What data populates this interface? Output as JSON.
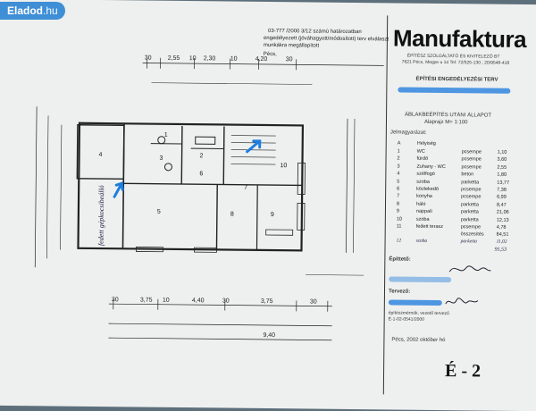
{
  "badge": {
    "brand": "Eladod",
    "tld": ".hu"
  },
  "stamp": {
    "line1": "03-777 /2000  3/12  számú határozatban",
    "line2": "engedélyezett (jóváhagyott/módosított) terv elválaszt",
    "line3": "munkákra megállapított",
    "city": "Pécs,"
  },
  "title_block": {
    "company": "Manufaktura",
    "company_sub": "ÉPÍTÉSZ SZOLGÁLTATÓ ÉS KIVITELEZŐ BT",
    "address": "7621 Pécs, Megye u 14 Tel: 72/525-130 ; 20/9548-418",
    "plan_type": "ÉPÍTÉSI ENGEDÉLYEZÉSI TERV",
    "drawing_title": "ÁBLAKBEÉPÍTÉS UTÁNI ÁLLAPOT",
    "drawing_sub": "Alaprajz M= 1:100",
    "legend_title": "Jelmagyarázat:",
    "table_header": {
      "num": "A",
      "name": "Helyiség",
      "floor": "",
      "area": ""
    },
    "rooms": [
      {
        "num": "1",
        "name": "WC",
        "floor": "pcsempe",
        "area": "1,10"
      },
      {
        "num": "2",
        "name": "fürdő",
        "floor": "pcsempe",
        "area": "3,60"
      },
      {
        "num": "3",
        "name": "Zuhany - WC",
        "floor": "pcsempe",
        "area": "2,55"
      },
      {
        "num": "4",
        "name": "szélfogó",
        "floor": "beton",
        "area": "1,80"
      },
      {
        "num": "5",
        "name": "szoba",
        "floor": "parketta",
        "area": "13,77"
      },
      {
        "num": "6",
        "name": "közlekedő",
        "floor": "pcsempe",
        "area": "7,38"
      },
      {
        "num": "7",
        "name": "konyha",
        "floor": "pcsempe",
        "area": "6,99"
      },
      {
        "num": "8",
        "name": "háló",
        "floor": "parketta",
        "area": "8,47"
      },
      {
        "num": "9",
        "name": "nappali",
        "floor": "parketta",
        "area": "21,06"
      },
      {
        "num": "10",
        "name": "szoba",
        "floor": "parketta",
        "area": "12,13"
      },
      {
        "num": "11",
        "name": "fedett terasz",
        "floor": "pcsempe",
        "area": "4,78"
      }
    ],
    "hand_row": {
      "num": "12",
      "name": "szoba",
      "floor": "parketta",
      "area": "11,02"
    },
    "total_label": "összesítés",
    "total_value": "84,51",
    "total_hand": "95,53",
    "builder_label": "Építtető:",
    "designer_label": "Tervező:",
    "designer_role": "építészmérnök, vezető tervező",
    "designer_reg": "É-1-02-0541/2000",
    "city_date": "Pécs, 2002 október hó",
    "sheet_id": "É - 2"
  },
  "plan": {
    "top_dims": [
      "30",
      "2,55",
      "10",
      "2,30",
      "10",
      "4,20",
      "30"
    ],
    "bottom_dims": [
      "30",
      "3,75",
      "10",
      "4,40",
      "30",
      "3,75",
      "30"
    ],
    "bottom_total": "9,40",
    "left_label": "fedett gépkocsibeálló",
    "rooms": [
      "1",
      "2",
      "3",
      "4",
      "5",
      "6",
      "7",
      "8",
      "9",
      "10"
    ]
  },
  "colors": {
    "badge": "#3f8fd6",
    "redaction": "#3c8ce0",
    "ink": "#222222",
    "paper": "#eef0ef"
  }
}
